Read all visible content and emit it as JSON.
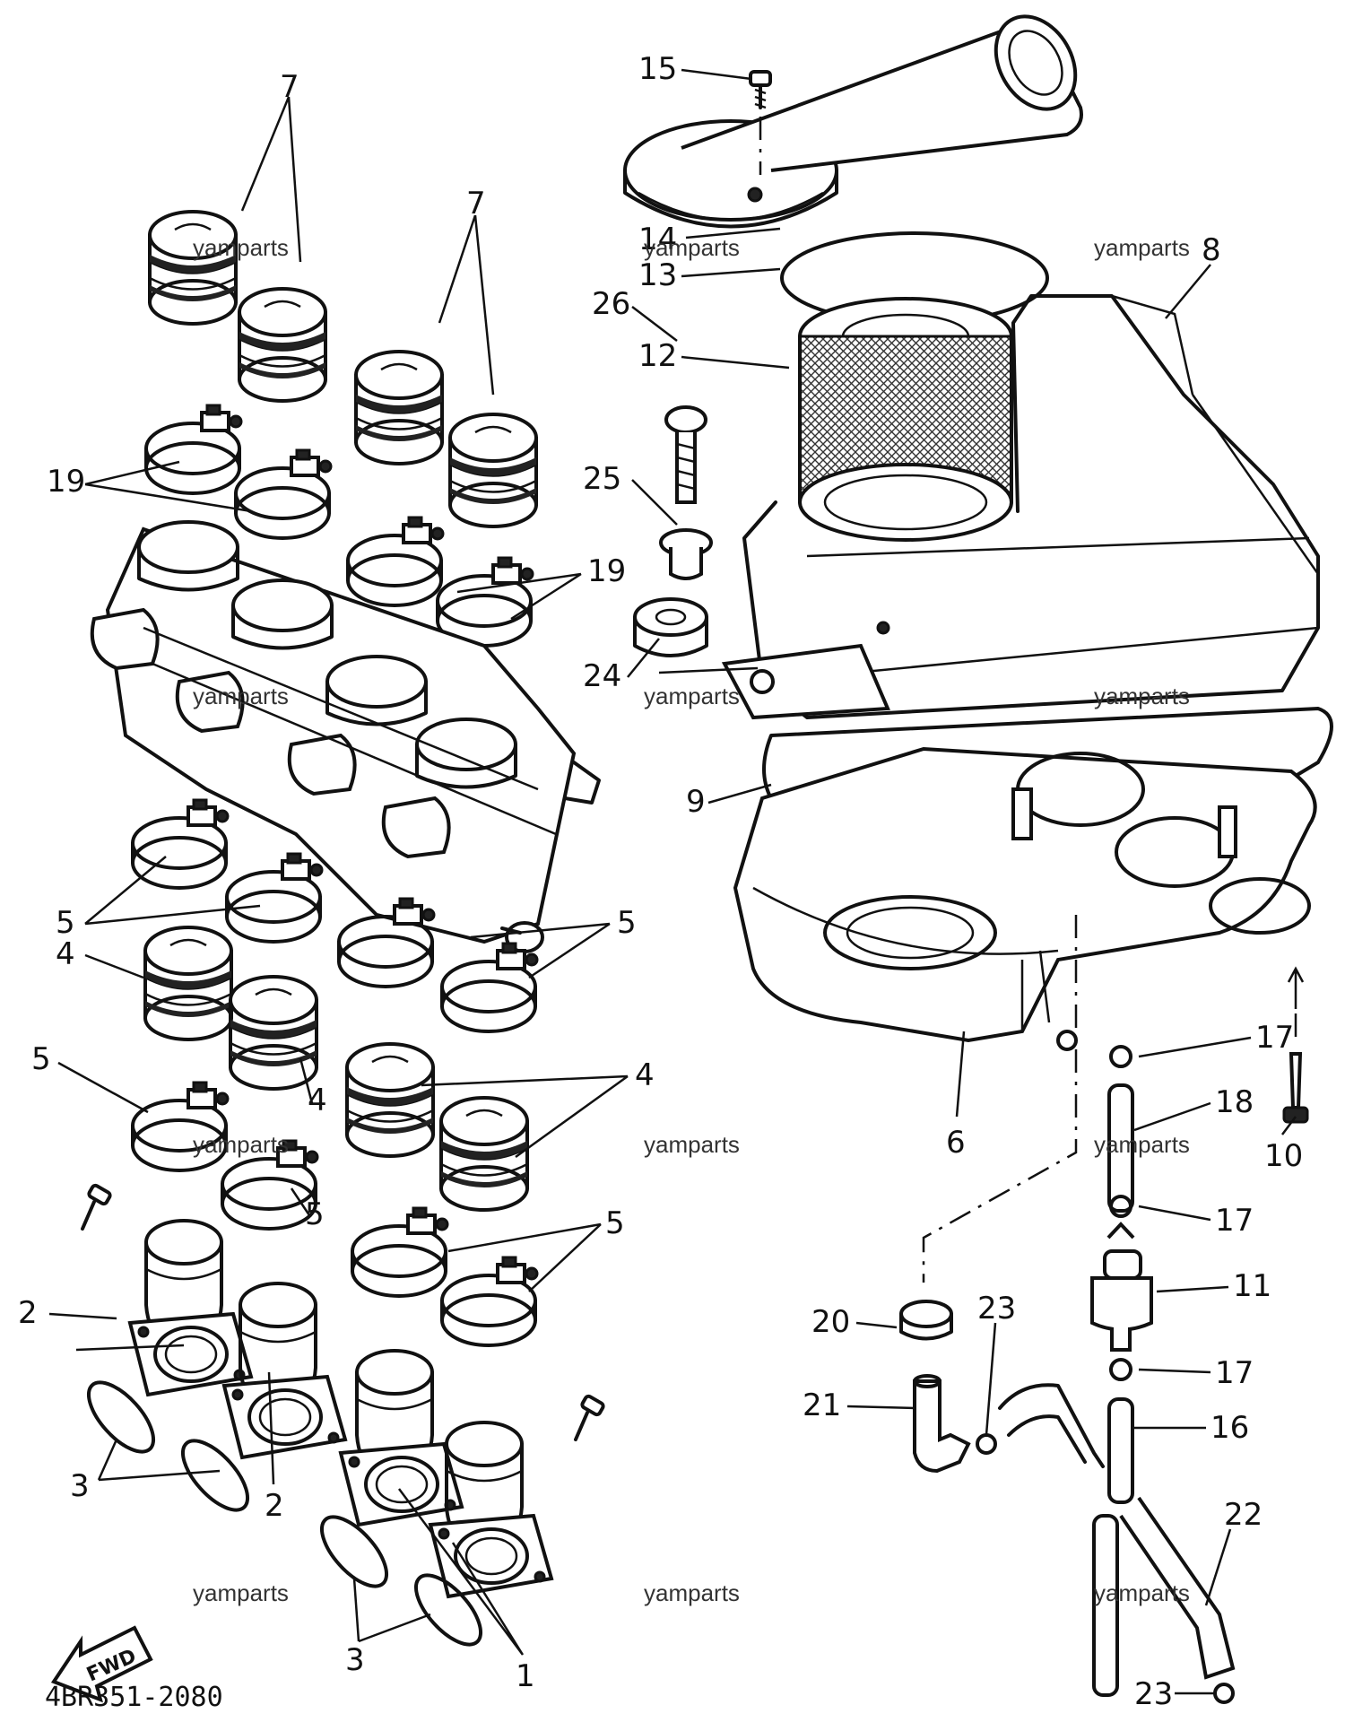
{
  "diagram_code": "4BR351-2080",
  "fwd_label": "FWD",
  "watermark": "yamparts",
  "callouts": {
    "c1": "1",
    "c2a": "2",
    "c2b": "2",
    "c3a": "3",
    "c3b": "3",
    "c4a": "4",
    "c4b": "4",
    "c4c": "4",
    "c5a": "5",
    "c5b": "5",
    "c5c": "5",
    "c5d": "5",
    "c5e": "5",
    "c6": "6",
    "c7a": "7",
    "c7b": "7",
    "c8": "8",
    "c9": "9",
    "c10": "10",
    "c11": "11",
    "c12": "12",
    "c13": "13",
    "c14": "14",
    "c15": "15",
    "c16": "16",
    "c17a": "17",
    "c17b": "17",
    "c17c": "17",
    "c18": "18",
    "c19a": "19",
    "c19b": "19",
    "c20": "20",
    "c21": "21",
    "c22": "22",
    "c23a": "23",
    "c23b": "23",
    "c24": "24",
    "c25": "25",
    "c26": "26"
  }
}
